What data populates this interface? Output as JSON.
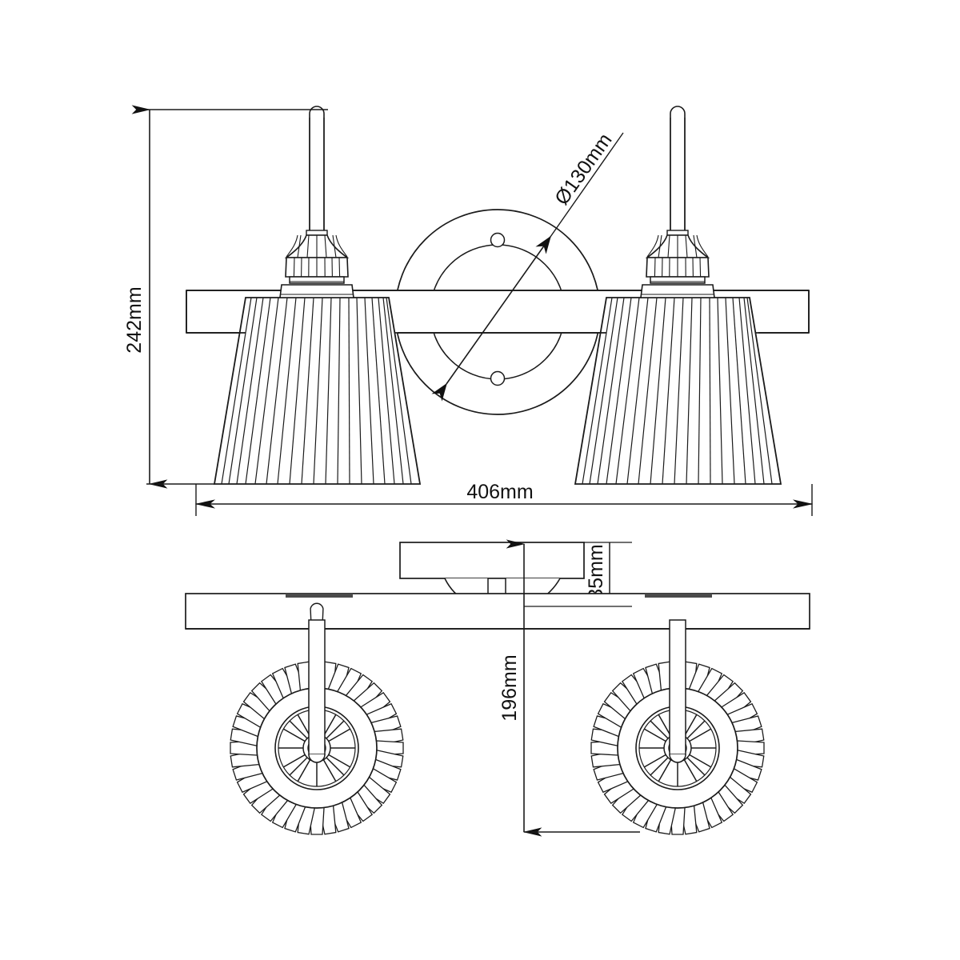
{
  "drawing": {
    "title": "Two-light wall sconce dimensional drawing",
    "units": "mm",
    "line_color": "#1a1a1a",
    "background_color": "#ffffff",
    "views": [
      {
        "name": "front-elevation",
        "label": ""
      },
      {
        "name": "side-elevation",
        "label": ""
      },
      {
        "name": "bottom-plan",
        "label": ""
      }
    ]
  },
  "dimensions": {
    "height": {
      "name": "height-dimension",
      "value": "242mm",
      "orientation": "vertical"
    },
    "width": {
      "name": "width-dimension",
      "value": "406mm",
      "orientation": "horizontal"
    },
    "backplate_diameter": {
      "name": "backplate-diameter-dimension",
      "value": "Ø130mm",
      "orientation": "diagonal"
    },
    "backplate_depth": {
      "name": "backplate-depth-dimension",
      "value": "35mm",
      "orientation": "vertical"
    },
    "projection": {
      "name": "projection-dimension",
      "value": "196mm",
      "orientation": "vertical"
    }
  },
  "components": {
    "backplate": "round back plate",
    "crossbar": "horizontal mounting bar",
    "shade_left": "fluted conical shade left",
    "shade_right": "fluted conical shade right",
    "stem_left": "lamp stem left",
    "stem_right": "lamp stem right",
    "socket_left": "fluted socket left",
    "socket_right": "fluted socket right",
    "rosette_left": "shade bottom rosette left",
    "rosette_right": "shade bottom rosette right"
  }
}
